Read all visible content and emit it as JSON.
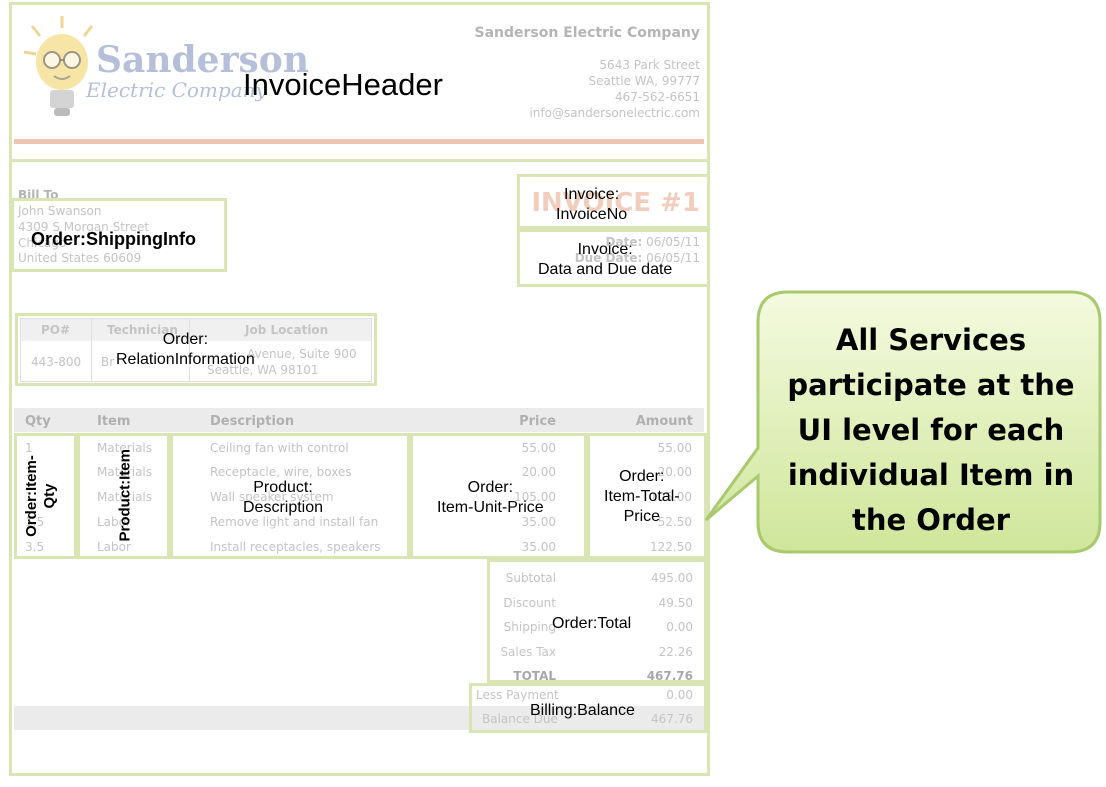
{
  "company": {
    "logo_word1": "Sanderson",
    "logo_word2": "Electric Company",
    "name": "Sanderson Electric Company",
    "street": "5643 Park Street",
    "city": "Seattle WA, 99777",
    "phone": "467-562-6651",
    "email": "info@sandersonelectric.com"
  },
  "bill_to": {
    "heading": "Bill To",
    "name": "John Swanson",
    "street": "4309 S Morgan Street",
    "city": "Chicago",
    "country": "United States 60609"
  },
  "invoice": {
    "title": "INVOICE #1",
    "date_label": "Date:",
    "date": "06/05/11",
    "due_label": "Due Date:",
    "due": "06/05/11"
  },
  "relation_table": {
    "headers": [
      "PO#",
      "Technician",
      "Job Location"
    ],
    "po": "443-800",
    "technician": "Br",
    "location_line1": "Avenue, Suite 900",
    "location_line2": "Seattle, WA 98101"
  },
  "items_table": {
    "headers": [
      "Qty",
      "Item",
      "Description",
      "Price",
      "Amount"
    ],
    "rows": [
      {
        "qty": "1",
        "item": "Materials",
        "desc": "Ceiling fan with control",
        "price": "55.00",
        "amount": "55.00"
      },
      {
        "qty": "1",
        "item": "Materials",
        "desc": "Receptacle, wire, boxes",
        "price": "20.00",
        "amount": "20.00"
      },
      {
        "qty": "1",
        "item": "Materials",
        "desc": "Wall speaker system",
        "price": "105.00",
        "amount": "105.00"
      },
      {
        "qty": "1.5",
        "item": "Labor",
        "desc": "Remove light and install fan",
        "price": "35.00",
        "amount": "52.50"
      },
      {
        "qty": "3.5",
        "item": "Labor",
        "desc": "Install receptacles, speakers",
        "price": "35.00",
        "amount": "122.50"
      }
    ]
  },
  "totals": [
    {
      "label": "Subtotal",
      "value": "495.00"
    },
    {
      "label": "Discount",
      "value": "49.50"
    },
    {
      "label": "Shipping",
      "value": "0.00"
    },
    {
      "label": "Sales Tax",
      "value": "22.26"
    },
    {
      "label": "TOTAL",
      "value": "467.76"
    }
  ],
  "balance": [
    {
      "label": "Less Payment",
      "value": "0.00"
    },
    {
      "label": "Balance Due",
      "value": "467.76"
    }
  ],
  "annotations": {
    "invoice_header": "InvoiceHeader",
    "shipping_info": "Order:ShippingInfo",
    "invoice_no": [
      "Invoice:",
      "InvoiceNo"
    ],
    "invoice_dates": [
      "Invoice:",
      "Data and Due date"
    ],
    "relation_info": [
      "Order:",
      "RelationInformation"
    ],
    "item_qty": [
      "Order:Item-",
      "Qty"
    ],
    "product_item": "Product:Item",
    "product_desc": [
      "Product:",
      "Description"
    ],
    "unit_price": [
      "Order:",
      "Item-Unit-Price"
    ],
    "total_price": [
      "Order:",
      "Item-Total-",
      "Price"
    ],
    "order_total": "Order:Total",
    "billing_balance": "Billing:Balance"
  },
  "callout": {
    "lines": [
      "All Services",
      "participate at the",
      "UI level for each",
      "individual Item in",
      "the Order"
    ]
  },
  "colors": {
    "zone_border": "#d9e6b4",
    "callout_fill_top": "#f4fadf",
    "callout_fill_bottom": "#cfe69a",
    "callout_border": "#a9c96e",
    "header_rule": "#e8b79e"
  }
}
